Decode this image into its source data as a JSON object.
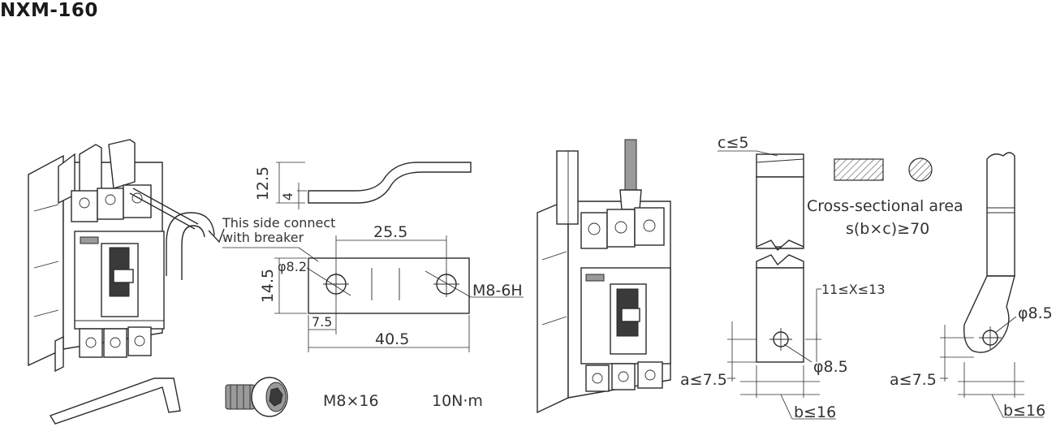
{
  "title": "NXM-160",
  "labels": {
    "this_side_line1": "This side connect",
    "this_side_line2": "with breaker",
    "dim_12_5": "12.5",
    "dim_4": "4",
    "dim_25_5": "25.5",
    "dim_phi_8_2": "φ8.2",
    "dim_14_5": "14.5",
    "dim_m8_6h": "M8-6H",
    "dim_7_5": "7.5",
    "dim_40_5": "40.5",
    "screw_size": "M8×16",
    "torque": "10N·m",
    "c_le_5": "c≤5",
    "cross_section_line1": "Cross-sectional area",
    "cross_section_line2": "s(b×c)≥70",
    "x_range": "11≤X≤13",
    "phi_8_5_a": "φ8.5",
    "a_le_7_5_a": "a≤7.5",
    "b_le_16_a": "b≤16",
    "phi_8_5_b": "φ8.5",
    "a_le_7_5_b": "a≤7.5",
    "b_le_16_b": "b≤16"
  },
  "icons": {
    "rotate_arrow": "rotate-arrow-icon",
    "hex_key": "hex-key-icon",
    "screw": "socket-screw-icon"
  }
}
